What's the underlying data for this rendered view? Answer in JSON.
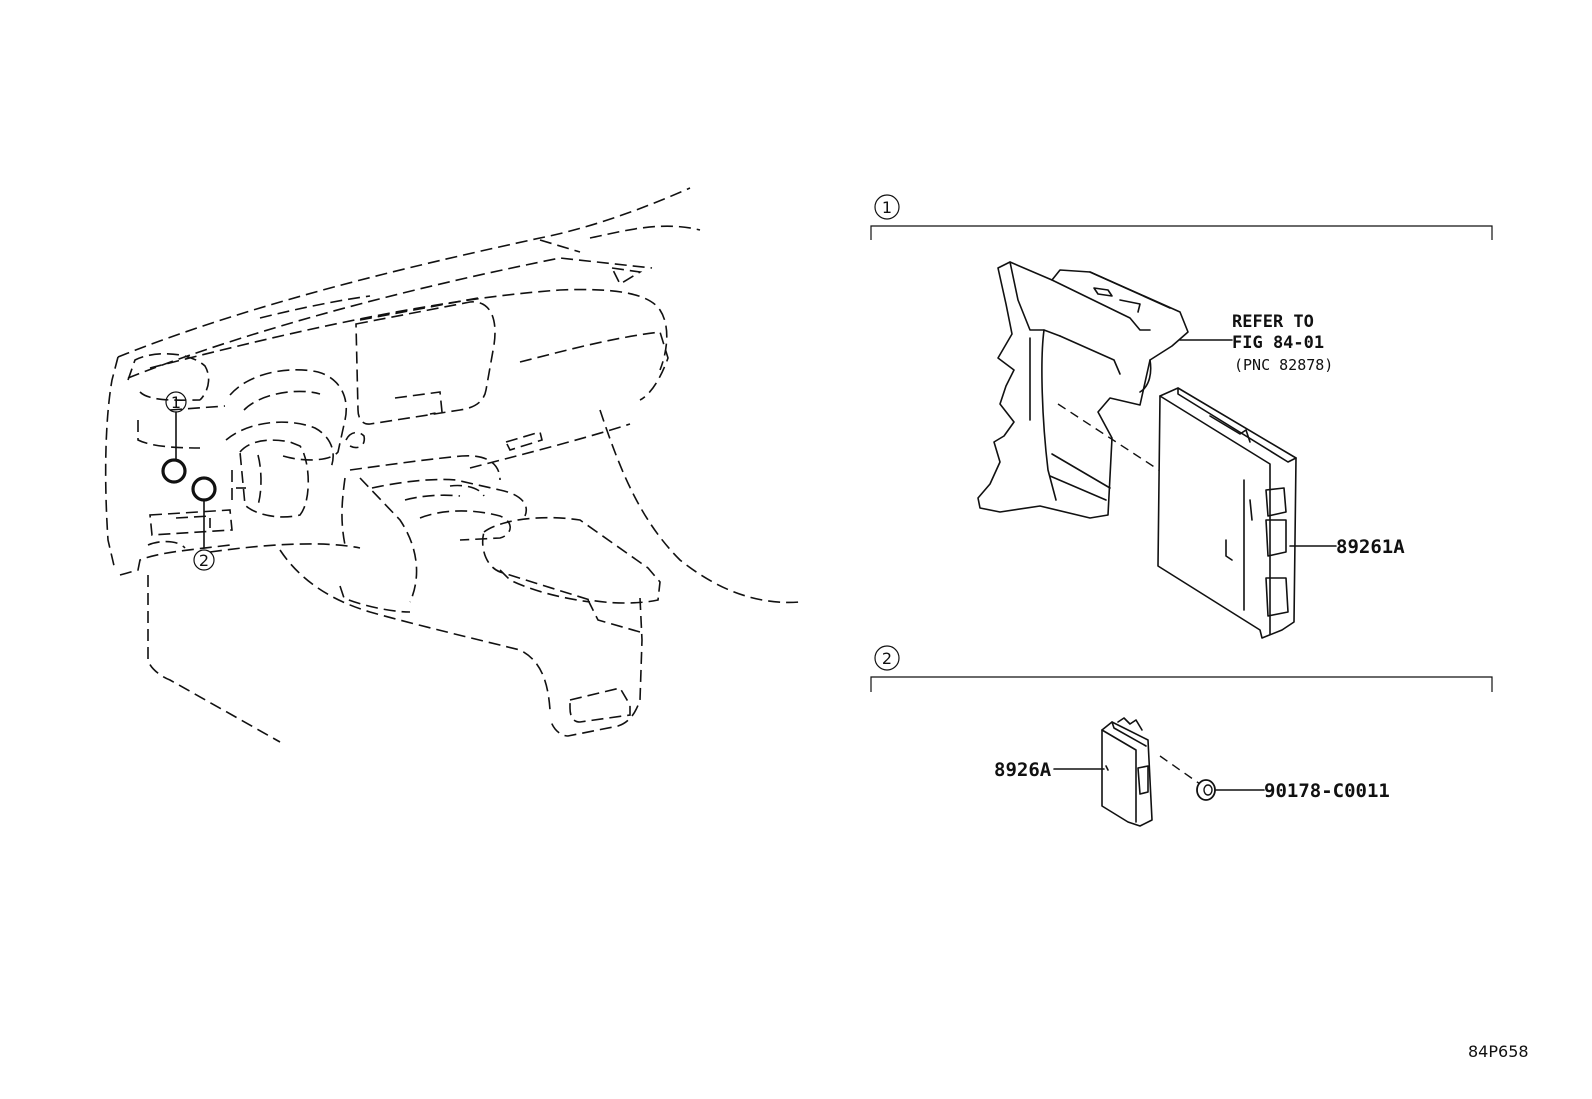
{
  "callouts": {
    "c1": "1",
    "c2": "2"
  },
  "section1": {
    "marker": "1",
    "note_line1": "REFER TO",
    "note_line2": "FIG 84-01",
    "note_line3": "(PNC 82878)",
    "part_number": "89261A"
  },
  "section2": {
    "marker": "2",
    "part_number_left": "8926A",
    "part_number_right": "90178-C0011"
  },
  "figure_id": "84P658"
}
